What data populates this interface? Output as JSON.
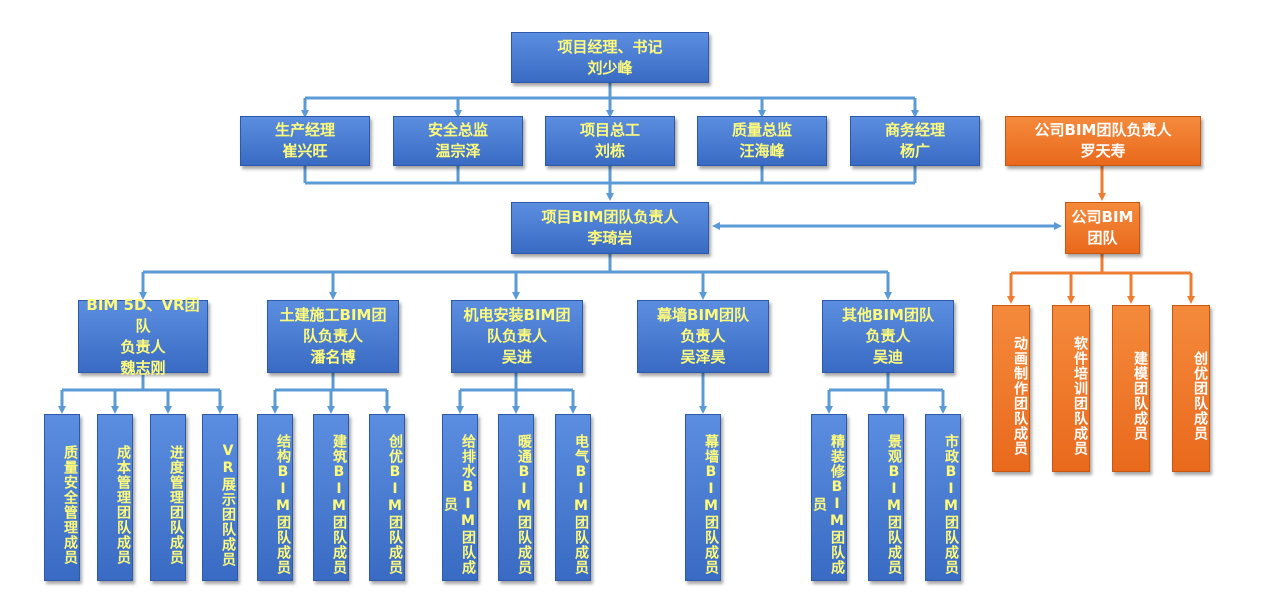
{
  "pm": {
    "title": "项目经理、书记",
    "name": "刘少峰"
  },
  "managers": [
    {
      "title": "生产经理",
      "name": "崔兴旺"
    },
    {
      "title": "安全总监",
      "name": "温宗泽"
    },
    {
      "title": "项目总工",
      "name": "刘栋"
    },
    {
      "title": "质量总监",
      "name": "汪海峰"
    },
    {
      "title": "商务经理",
      "name": "杨广"
    }
  ],
  "company_lead": {
    "title": "公司BIM团队负责人",
    "name": "罗天寿"
  },
  "project_bim": {
    "title": "项目BIM团队负责人",
    "name": "李琦岩"
  },
  "company_team": {
    "line1": "公司BIM",
    "line2": "团队"
  },
  "team_leads": [
    {
      "l1": "BIM 5D、VR团队",
      "l2": "负责人",
      "l3": "魏志刚"
    },
    {
      "l1": "土建施工BIM团",
      "l2": "队负责人",
      "l3": "潘名博"
    },
    {
      "l1": "机电安装BIM团",
      "l2": "队负责人",
      "l3": "吴进"
    },
    {
      "l1": "幕墙BIM团队",
      "l2": "负责人",
      "l3": "吴泽昊"
    },
    {
      "l1": "其他BIM团队",
      "l2": "负责人",
      "l3": "吴迪"
    }
  ],
  "members": [
    "质量安全管理成员",
    "成本管理团队成员",
    "进度管理团队成员",
    "VR展示团队成员",
    "结构BIM团队成员",
    "建筑BIM团队成员",
    "创优BIM团队成员",
    "给排水BIM团队成员",
    "暖通BIM团队成员",
    "电气BIM团队成员",
    "幕墙BIM团队成员",
    "精装修BIM团队成员",
    "景观BIM团队成员",
    "市政BIM团队成员"
  ],
  "company_members": [
    "动画制作团队成员",
    "软件培训团队成员",
    "建模团队成员",
    "创优团队成员"
  ],
  "colors": {
    "blue": "#4a7bd0",
    "orange": "#f07a2a",
    "line_blue": "#5b9bd5",
    "line_orange": "#ed7d31",
    "text_yellow": "#fffb7a"
  }
}
